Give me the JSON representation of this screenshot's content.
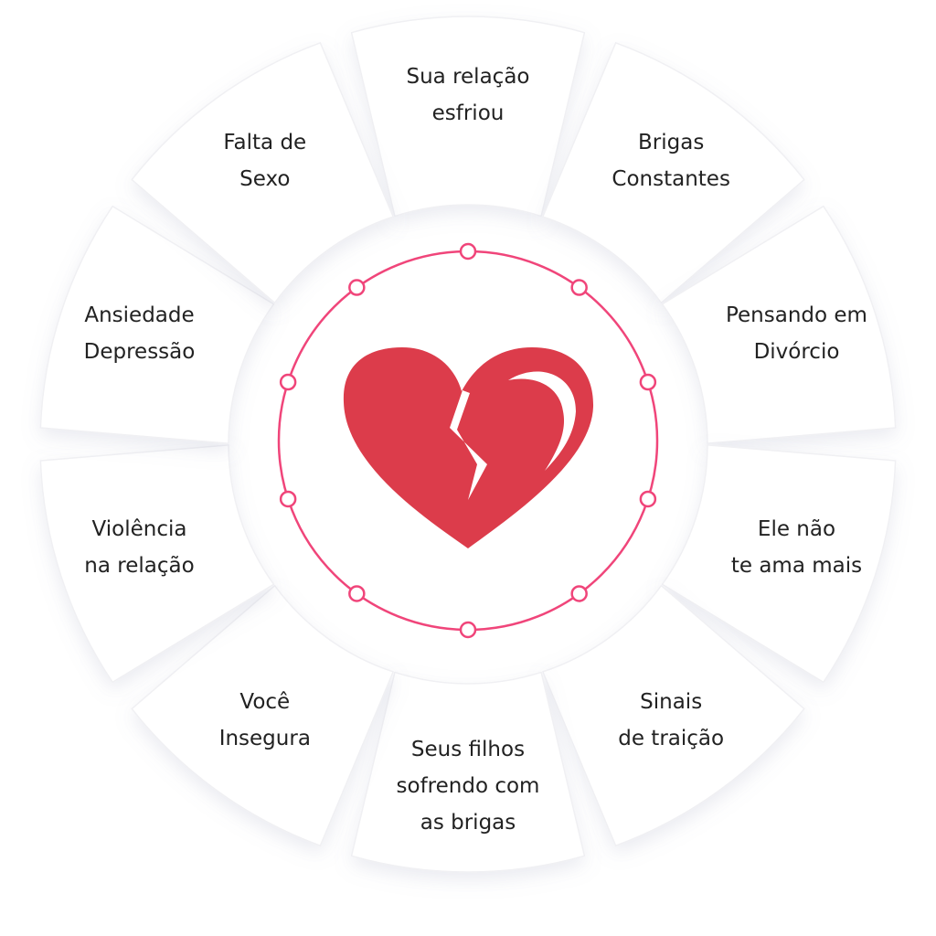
{
  "colors": {
    "ring": "#f0457a",
    "heart": "#dc3c4b",
    "segment": "#ffffff"
  },
  "center_icon": "broken-heart-icon",
  "segments": [
    {
      "lines": [
        "Sua relação",
        "esfriou"
      ]
    },
    {
      "lines": [
        "Brigas",
        "Constantes"
      ]
    },
    {
      "lines": [
        "Pensando em",
        "Divórcio"
      ]
    },
    {
      "lines": [
        "Ele não",
        "te ama mais"
      ]
    },
    {
      "lines": [
        "Sinais",
        "de traição"
      ]
    },
    {
      "lines": [
        "Seus filhos",
        "sofrendo com",
        "as brigas"
      ]
    },
    {
      "lines": [
        "Você",
        "Insegura"
      ]
    },
    {
      "lines": [
        "Violência",
        "na relação"
      ]
    },
    {
      "lines": [
        "Ansiedade",
        "Depressão"
      ]
    },
    {
      "lines": [
        "Falta de",
        "Sexo"
      ]
    }
  ]
}
